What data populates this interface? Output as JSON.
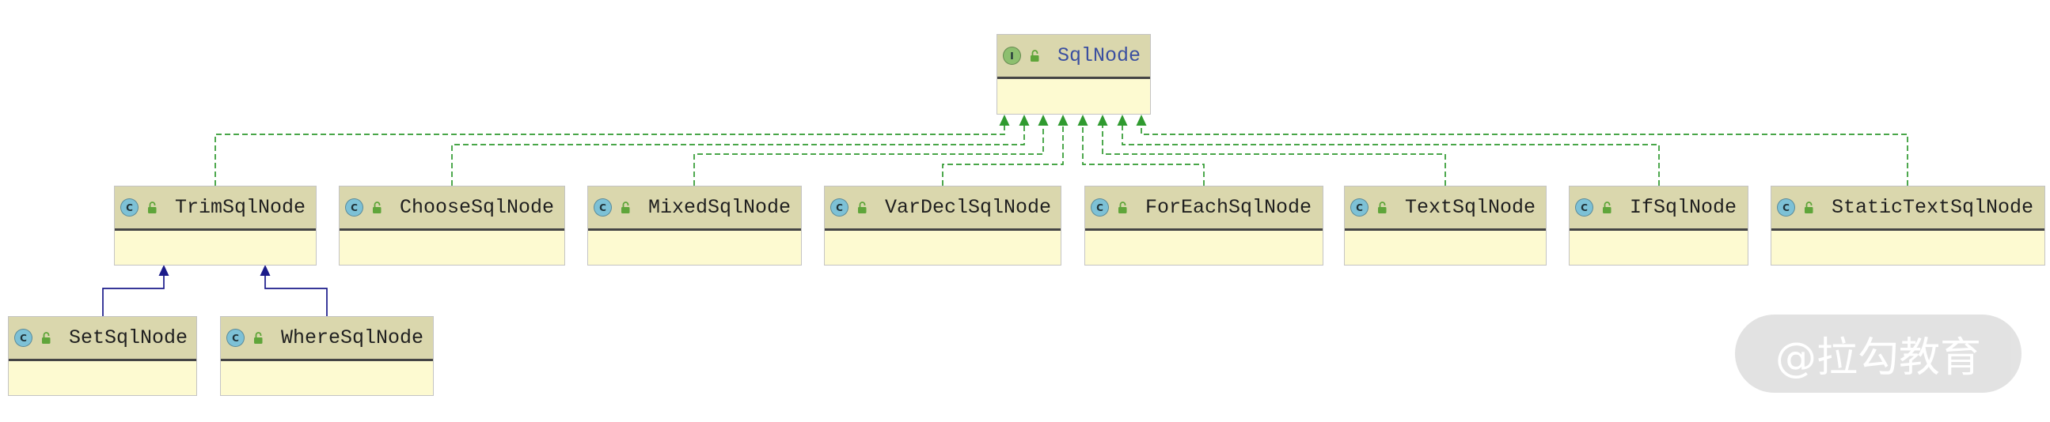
{
  "diagram": {
    "root": {
      "name": "SqlNode",
      "kind_icon": "interface-icon",
      "kind_letter": "I",
      "visibility_icon": "public-lock-icon"
    },
    "implementations": [
      {
        "name": "TrimSqlNode",
        "kind_icon": "class-icon",
        "kind_letter": "C",
        "visibility_icon": "public-lock-icon"
      },
      {
        "name": "ChooseSqlNode",
        "kind_icon": "class-icon",
        "kind_letter": "C",
        "visibility_icon": "public-lock-icon"
      },
      {
        "name": "MixedSqlNode",
        "kind_icon": "class-icon",
        "kind_letter": "C",
        "visibility_icon": "public-lock-icon"
      },
      {
        "name": "VarDeclSqlNode",
        "kind_icon": "class-icon",
        "kind_letter": "C",
        "visibility_icon": "public-lock-icon"
      },
      {
        "name": "ForEachSqlNode",
        "kind_icon": "class-icon",
        "kind_letter": "C",
        "visibility_icon": "public-lock-icon"
      },
      {
        "name": "TextSqlNode",
        "kind_icon": "class-icon",
        "kind_letter": "C",
        "visibility_icon": "public-lock-icon"
      },
      {
        "name": "IfSqlNode",
        "kind_icon": "class-icon",
        "kind_letter": "C",
        "visibility_icon": "public-lock-icon"
      },
      {
        "name": "StaticTextSqlNode",
        "kind_icon": "class-icon",
        "kind_letter": "C",
        "visibility_icon": "public-lock-icon"
      }
    ],
    "trim_subclasses": [
      {
        "name": "SetSqlNode",
        "kind_icon": "class-icon",
        "kind_letter": "C",
        "visibility_icon": "public-lock-icon"
      },
      {
        "name": "WhereSqlNode",
        "kind_icon": "class-icon",
        "kind_letter": "C",
        "visibility_icon": "public-lock-icon"
      }
    ]
  },
  "watermark": {
    "text": "@拉勾教育"
  },
  "colors": {
    "node_header": "#dad7ad",
    "node_body": "#fdfad1",
    "node_border": "#c4c4c4",
    "header_separator": "#444444",
    "realization_line": "#2f9a2f",
    "inheritance_line": "#1b1b8a",
    "interface_name": "#3a4fa0",
    "class_name": "#1f1f1f",
    "class_icon": "#7dc1d6",
    "interface_icon": "#8dbf6f",
    "visibility_icon": "#5fa53a",
    "watermark_bg": "#dedede",
    "watermark_text": "#ffffff"
  }
}
